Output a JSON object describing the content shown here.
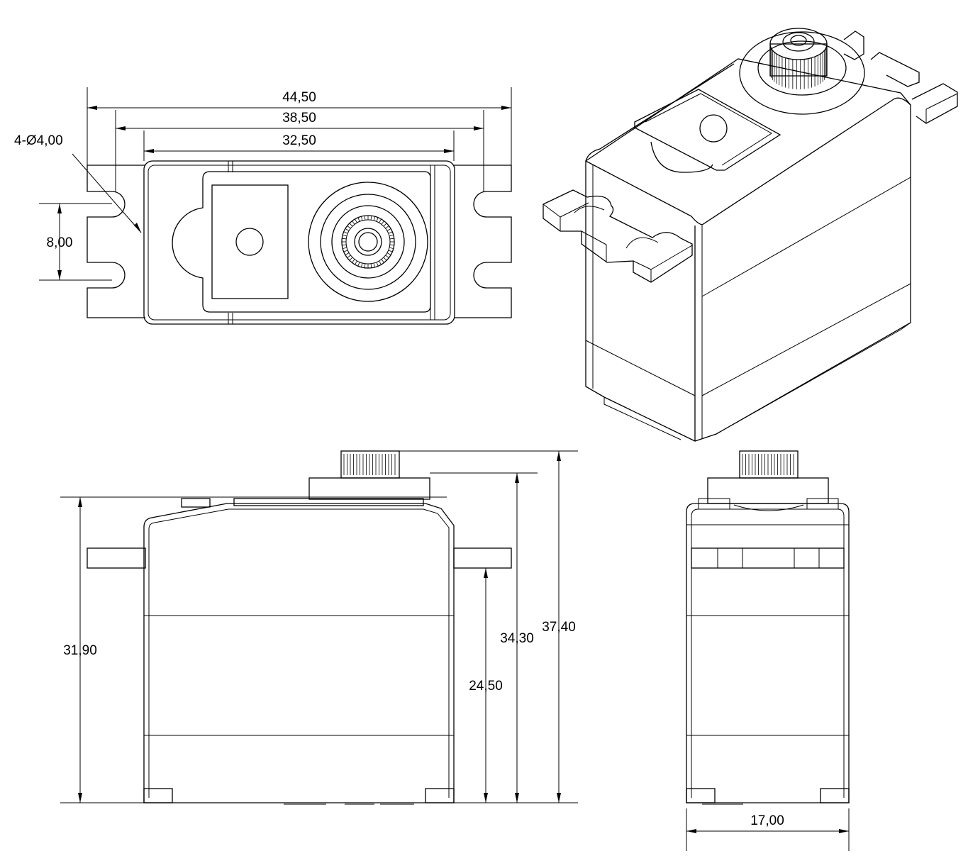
{
  "dimensions": {
    "overall_width": "44,50",
    "hole_spacing": "38,50",
    "body_width": "32,50",
    "hole_diameter": "4-Ø4,00",
    "hole_pitch": "8,00",
    "body_height": "31,90",
    "flange_height": "24,50",
    "height_to_horn_base": "34,30",
    "total_height": "37,40",
    "body_depth": "17,00"
  },
  "colors": {
    "line": "#000000",
    "background": "#ffffff"
  }
}
